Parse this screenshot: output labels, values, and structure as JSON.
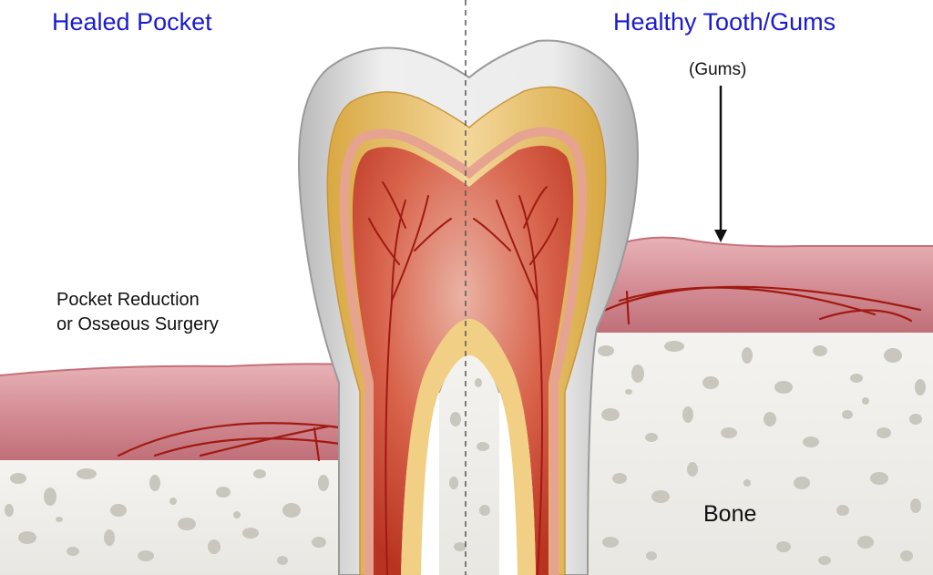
{
  "labels": {
    "left_title": "Healed Pocket",
    "right_title": "Healthy Tooth/Gums",
    "gums": "(Gums)",
    "pocket_line1": "Pocket Reduction",
    "pocket_line2": "or Osseous Surgery",
    "bone": "Bone"
  },
  "colors": {
    "title": "#1a1acf",
    "text": "#111111",
    "gum": "#c97a83",
    "gum_light": "#e7b2b6",
    "vessel": "#a01a12",
    "bone": "#f0efec",
    "bone_pore": "#c9c6bd",
    "enamel": "#d7d7d7",
    "dentin": "#e6bc62",
    "pulp": "#c9442b"
  }
}
